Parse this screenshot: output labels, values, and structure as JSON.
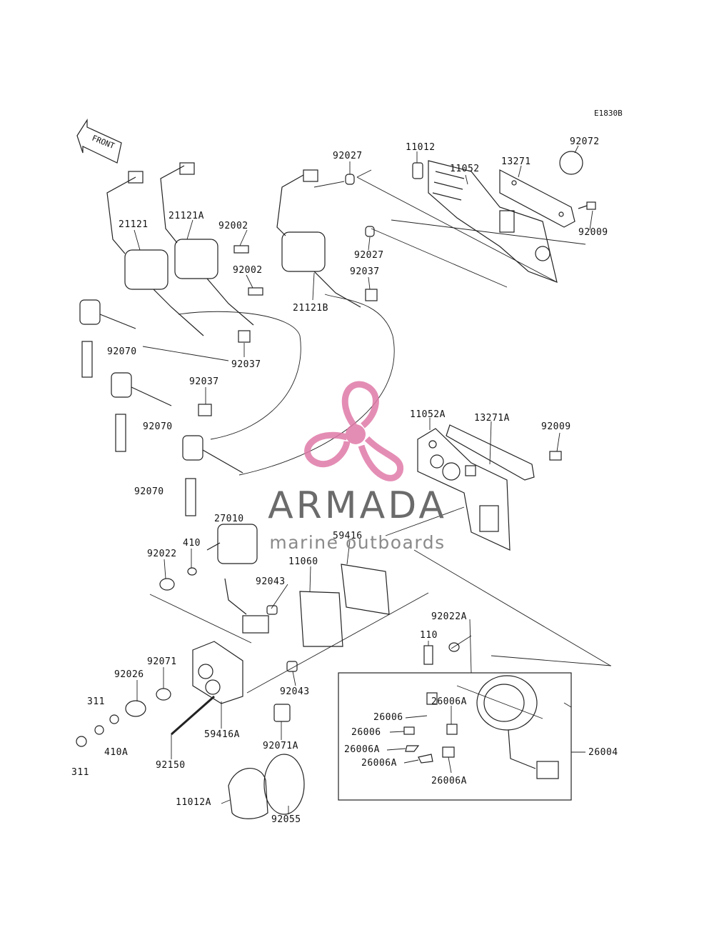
{
  "diagram_code": "E1830B",
  "front_label": "FRONT",
  "watermark": {
    "title": "ARMADA",
    "subtitle": "marine outboards",
    "accent_color": "#e07aa8",
    "text_color": "#6b6b6b"
  },
  "part_labels": [
    {
      "id": "11012",
      "text": "11012"
    },
    {
      "id": "11052",
      "text": "11052"
    },
    {
      "id": "13271",
      "text": "13271"
    },
    {
      "id": "92072",
      "text": "92072"
    },
    {
      "id": "92009-a",
      "text": "92009"
    },
    {
      "id": "92027-a",
      "text": "92027"
    },
    {
      "id": "92027-b",
      "text": "92027"
    },
    {
      "id": "92002-a",
      "text": "92002"
    },
    {
      "id": "92002-b",
      "text": "92002"
    },
    {
      "id": "92037-a",
      "text": "92037"
    },
    {
      "id": "92037-b",
      "text": "92037"
    },
    {
      "id": "92037-c",
      "text": "92037"
    },
    {
      "id": "21121",
      "text": "21121"
    },
    {
      "id": "21121A",
      "text": "21121A"
    },
    {
      "id": "21121B",
      "text": "21121B"
    },
    {
      "id": "92070-a",
      "text": "92070"
    },
    {
      "id": "92070-b",
      "text": "92070"
    },
    {
      "id": "92070-c",
      "text": "92070"
    },
    {
      "id": "11052A",
      "text": "11052A"
    },
    {
      "id": "13271A",
      "text": "13271A"
    },
    {
      "id": "92009-b",
      "text": "92009"
    },
    {
      "id": "27010",
      "text": "27010"
    },
    {
      "id": "92022",
      "text": "92022"
    },
    {
      "id": "410",
      "text": "410"
    },
    {
      "id": "59416",
      "text": "59416"
    },
    {
      "id": "11060",
      "text": "11060"
    },
    {
      "id": "92043-a",
      "text": "92043"
    },
    {
      "id": "92043-b",
      "text": "92043"
    },
    {
      "id": "92022A",
      "text": "92022A"
    },
    {
      "id": "110",
      "text": "110"
    },
    {
      "id": "92071",
      "text": "92071"
    },
    {
      "id": "92026",
      "text": "92026"
    },
    {
      "id": "311-a",
      "text": "311"
    },
    {
      "id": "311-b",
      "text": "311"
    },
    {
      "id": "410A",
      "text": "410A"
    },
    {
      "id": "59416A",
      "text": "59416A"
    },
    {
      "id": "92071A",
      "text": "92071A"
    },
    {
      "id": "92150",
      "text": "92150"
    },
    {
      "id": "26006-a",
      "text": "26006"
    },
    {
      "id": "26006-b",
      "text": "26006"
    },
    {
      "id": "26006A-a",
      "text": "26006A"
    },
    {
      "id": "26006A-b",
      "text": "26006A"
    },
    {
      "id": "26006A-c",
      "text": "26006A"
    },
    {
      "id": "26006A-d",
      "text": "26006A"
    },
    {
      "id": "26004",
      "text": "26004"
    },
    {
      "id": "11012A",
      "text": "11012A"
    },
    {
      "id": "92055",
      "text": "92055"
    }
  ]
}
